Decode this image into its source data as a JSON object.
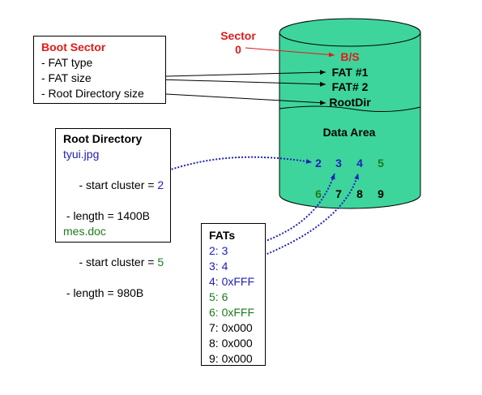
{
  "colors": {
    "red": "#e01b1b",
    "blue": "#2020b8",
    "green": "#1e7a1e",
    "disk": "#3dd59c"
  },
  "boot_sector": {
    "title": "Boot Sector",
    "items": [
      "- FAT type",
      "- FAT size",
      "- Root Directory size"
    ]
  },
  "root_directory": {
    "title": "Root Directory",
    "file1": {
      "name": "tyui.jpg",
      "start_label": " - start cluster = ",
      "start_value": "2",
      "length": " - length = 1400B"
    },
    "file2": {
      "name": "mes.doc",
      "start_label": " - start cluster = ",
      "start_value": "5",
      "length": " - length = 980B"
    }
  },
  "fats": {
    "title": "FATs",
    "entries": [
      "2: 3",
      "3: 4",
      "4: 0xFFF",
      "5: 6",
      "6: 0xFFF",
      "7: 0x000",
      "8: 0x000",
      "9: 0x000"
    ]
  },
  "disk": {
    "sector_label": "Sector",
    "sector_number": "0",
    "bs": "B/S",
    "fat1": "FAT #1",
    "fat2": "FAT# 2",
    "rootdir": "RootDir",
    "data_area": "Data Area",
    "clusters_row1": [
      "2",
      "3",
      "4",
      "5"
    ],
    "clusters_row2": [
      "6",
      "7",
      "8",
      "9"
    ]
  }
}
